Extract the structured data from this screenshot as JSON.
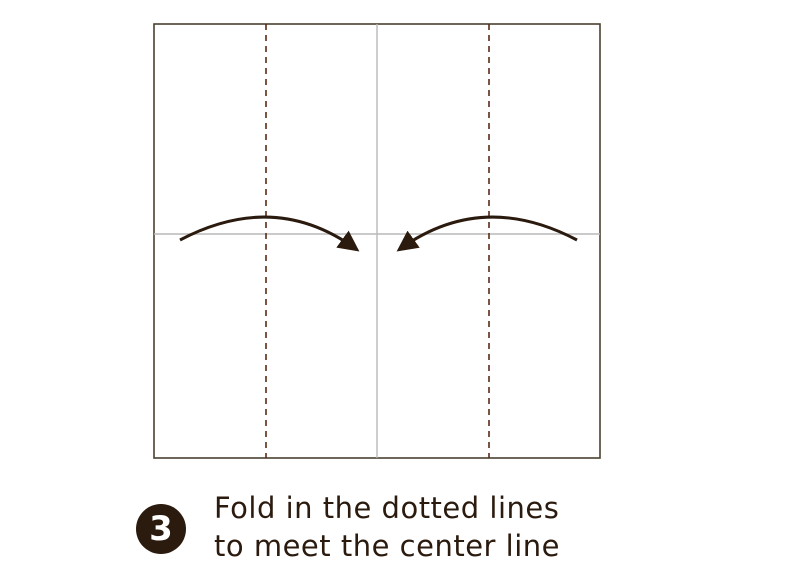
{
  "step": {
    "number": "3"
  },
  "instruction": {
    "line1": "Fold in the dotted lines",
    "line2": "to meet the center line"
  },
  "colors": {
    "paper_border": "#4a4030",
    "crease": "#b8b8b8",
    "fold_line": "#5a2a16",
    "arrow": "#2b1a0e",
    "badge": "#2b1a0e"
  }
}
